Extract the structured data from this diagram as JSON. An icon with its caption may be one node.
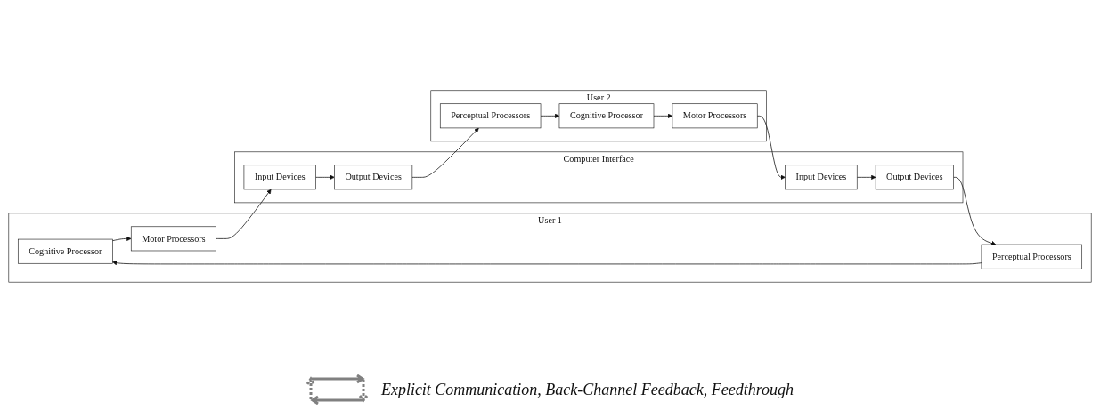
{
  "diagram": {
    "nodes": [
      {
        "text": [
          "User 1"
        ]
      },
      {
        "text": [
          "Cognitive Processor"
        ],
        "in": 0
      },
      {
        "text": [
          "Motor Processors"
        ],
        "in": 0
      },
      {
        "text": [
          "Perceptual Processors"
        ],
        "in": 0
      },
      {
        "text": [
          "Computer Interface"
        ]
      },
      {
        "text": [
          "Input Devices"
        ],
        "in": 4
      },
      {
        "text": [
          "Output Devices"
        ],
        "in": 4
      },
      {
        "text": [
          "Output Devices"
        ],
        "in": 4
      },
      {
        "text": [
          "Input Devices"
        ],
        "in": 4
      },
      {
        "text": [
          "User 2"
        ]
      },
      {
        "text": [
          "Perceptual Processors"
        ],
        "in": 9
      },
      {
        "text": [
          "Cognitive Processor"
        ],
        "in": 9
      },
      {
        "text": [
          "Motor Processors"
        ],
        "in": 9
      }
    ],
    "edges": [
      {
        "from": 1,
        "to": 2,
        "arrow": "to"
      },
      {
        "from": 2,
        "to": 5,
        "arrow": "to"
      },
      {
        "from": 5,
        "to": 6,
        "arrow": "to"
      },
      {
        "from": 6,
        "to": 10,
        "arrow": "to"
      },
      {
        "from": 10,
        "to": 11,
        "arrow": "to"
      },
      {
        "from": 11,
        "to": 12,
        "arrow": "to"
      },
      {
        "from": 12,
        "to": 8,
        "arrow": "to"
      },
      {
        "from": 8,
        "to": 7,
        "arrow": "to"
      },
      {
        "from": 7,
        "to": 3,
        "arrow": "to"
      },
      {
        "from": 3,
        "to": 1,
        "arrow": "to"
      }
    ],
    "labels": [
      "Explicit Communication, Back-Channel Feedback, Feedthrough"
    ]
  }
}
